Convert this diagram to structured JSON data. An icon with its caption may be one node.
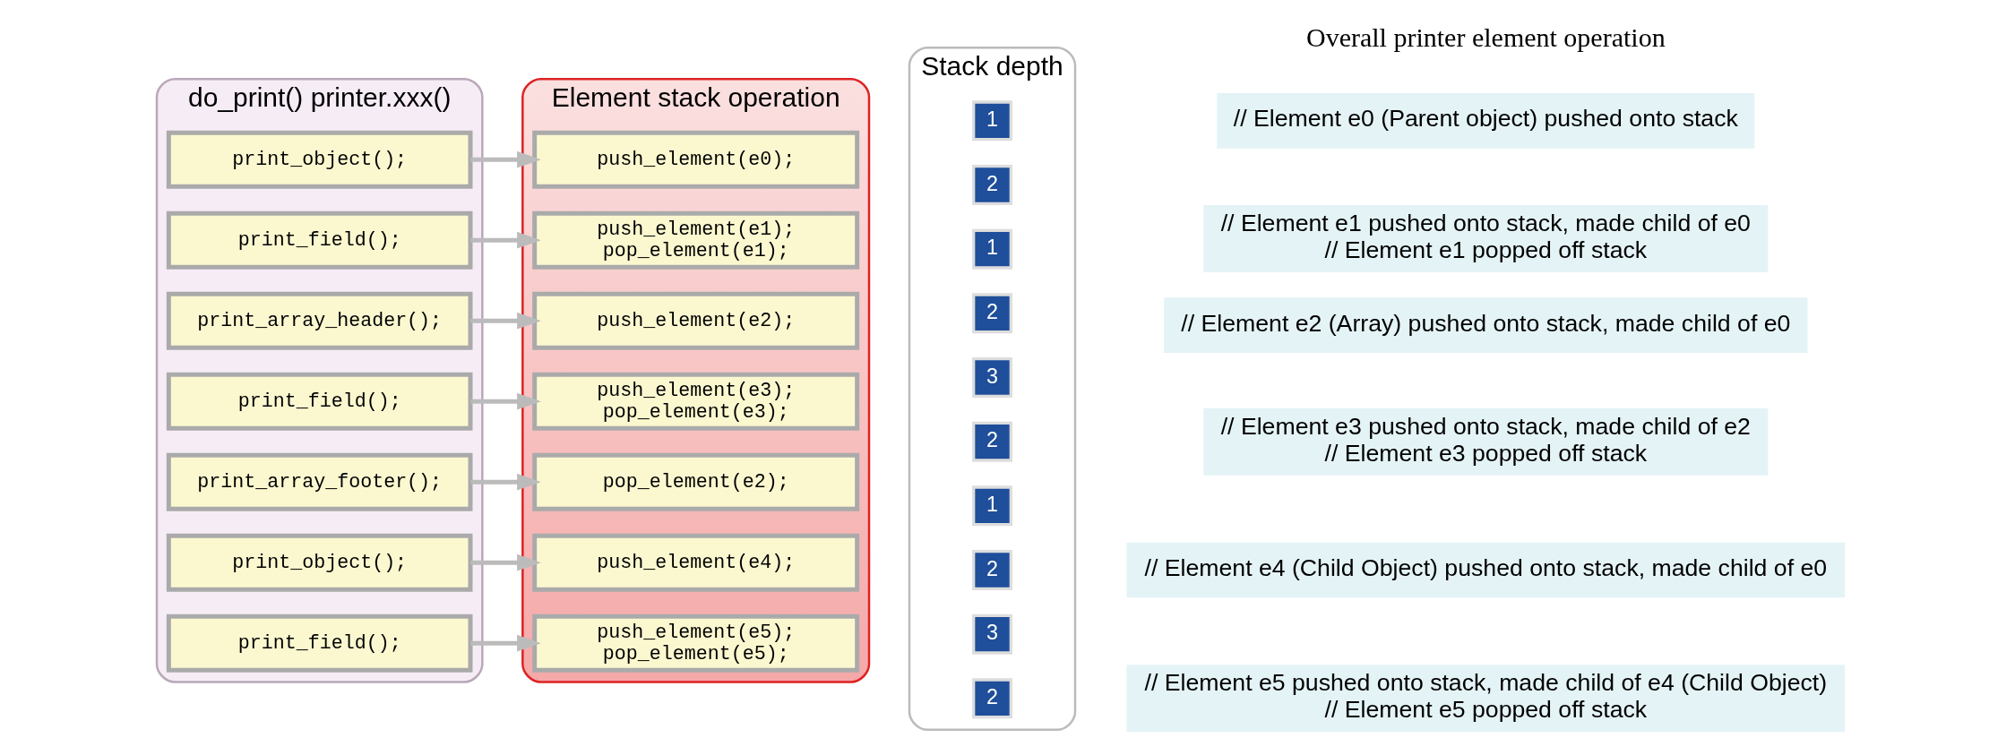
{
  "diagram": {
    "nodes": [
      {
        "text": [
          "do_print() printer.xxx()"
        ]
      },
      {
        "text": [
          "print_object();"
        ],
        "in": 0
      },
      {
        "text": [
          "print_field();"
        ],
        "in": 0
      },
      {
        "text": [
          "print_array_header();"
        ],
        "in": 0
      },
      {
        "text": [
          "print_field();"
        ],
        "in": 0
      },
      {
        "text": [
          "print_array_footer();"
        ],
        "in": 0
      },
      {
        "text": [
          "print_object();"
        ],
        "in": 0
      },
      {
        "text": [
          "print_field();"
        ],
        "in": 0
      },
      {
        "text": [
          "Element stack operation"
        ]
      },
      {
        "text": [
          "push_element(e0);"
        ],
        "in": 8
      },
      {
        "text": [
          "push_element(e1);",
          "pop_element(e1);"
        ],
        "in": 8
      },
      {
        "text": [
          "push_element(e2);"
        ],
        "in": 8
      },
      {
        "text": [
          "push_element(e3);",
          "pop_element(e3);"
        ],
        "in": 8
      },
      {
        "text": [
          "pop_element(e2);"
        ],
        "in": 8
      },
      {
        "text": [
          "push_element(e4);"
        ],
        "in": 8
      },
      {
        "text": [
          "push_element(e5);",
          "pop_element(e5);"
        ],
        "in": 8
      },
      {
        "text": [
          "Stack depth"
        ]
      },
      {
        "text": [
          "1"
        ],
        "in": 16
      },
      {
        "text": [
          "2"
        ],
        "in": 16
      },
      {
        "text": [
          "1"
        ],
        "in": 16
      },
      {
        "text": [
          "2"
        ],
        "in": 16
      },
      {
        "text": [
          "3"
        ],
        "in": 16
      },
      {
        "text": [
          "2"
        ],
        "in": 16
      },
      {
        "text": [
          "1"
        ],
        "in": 16
      },
      {
        "text": [
          "2"
        ],
        "in": 16
      },
      {
        "text": [
          "3"
        ],
        "in": 16
      },
      {
        "text": [
          "2"
        ],
        "in": 16
      },
      {
        "text": [
          "// Element e0 (Parent object) pushed onto stack"
        ]
      },
      {
        "text": [
          "// Element e1 pushed onto stack, made child of e0",
          "// Element e1 popped off stack"
        ]
      },
      {
        "text": [
          "// Element e2 (Array) pushed onto stack, made child of e0"
        ]
      },
      {
        "text": [
          "// Element e3 pushed onto stack, made child of e2",
          "// Element e3 popped off stack"
        ]
      },
      {
        "text": [
          "// Element e4 (Child Object) pushed onto stack, made child of e0"
        ]
      },
      {
        "text": [
          "// Element e5 pushed onto stack, made child of e4 (Child Object)",
          "// Element e5 popped off stack"
        ]
      }
    ],
    "edges": [
      {
        "from": 1,
        "to": 9,
        "arrow": "to"
      },
      {
        "from": 2,
        "to": 10,
        "arrow": "to"
      },
      {
        "from": 3,
        "to": 11,
        "arrow": "to"
      },
      {
        "from": 4,
        "to": 12,
        "arrow": "to"
      },
      {
        "from": 5,
        "to": 13,
        "arrow": "to"
      },
      {
        "from": 6,
        "to": 14,
        "arrow": "to"
      },
      {
        "from": 7,
        "to": 15,
        "arrow": "to"
      }
    ],
    "labels": [
      "Overall printer element operation"
    ]
  }
}
